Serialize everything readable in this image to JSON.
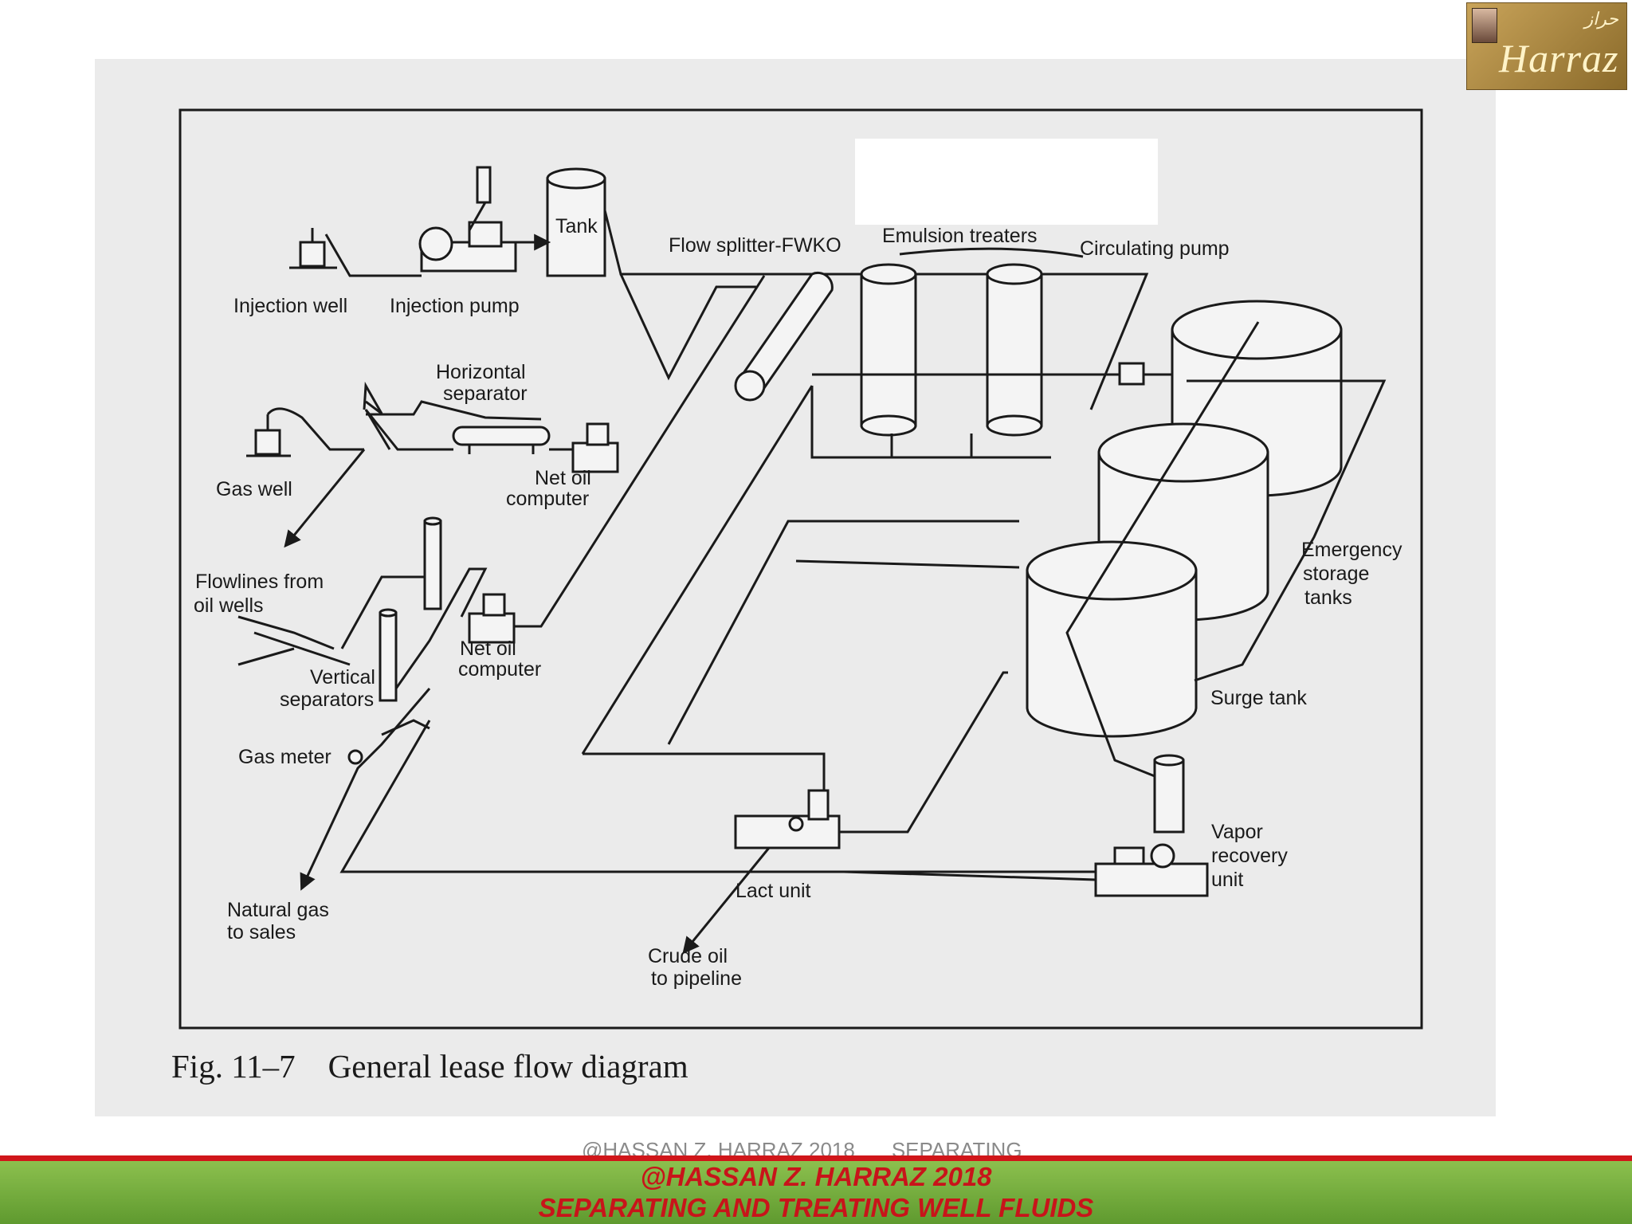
{
  "figure": {
    "caption": "Fig. 11–7    General lease flow diagram",
    "labels": {
      "tank": "Tank",
      "flow_splitter": "Flow splitter-FWKO",
      "emulsion_treaters": "Emulsion treaters",
      "circulating_pump": "Circulating pump",
      "injection_well": "Injection well",
      "injection_pump": "Injection pump",
      "horizontal_separator_1": "Horizontal",
      "horizontal_separator_2": "separator",
      "gas_well": "Gas well",
      "net_oil_computer_a_1": "Net oil",
      "net_oil_computer_a_2": "computer",
      "flowlines_1": "Flowlines from",
      "flowlines_2": "oil wells",
      "vertical_separators_1": "Vertical",
      "vertical_separators_2": "separators",
      "net_oil_computer_b_1": "Net oil",
      "net_oil_computer_b_2": "computer",
      "emergency_1": "Emergency",
      "emergency_2": "storage",
      "emergency_3": "tanks",
      "surge_tank": "Surge tank",
      "gas_meter": "Gas meter",
      "vapor_1": "Vapor",
      "vapor_2": "recovery",
      "vapor_3": "unit",
      "lact_unit": "Lact unit",
      "natural_gas_1": "Natural gas",
      "natural_gas_2": "to sales",
      "crude_oil_1": "Crude oil",
      "crude_oil_2": "to pipeline"
    }
  },
  "logo": {
    "name": "Harraz",
    "arabic": "حراز"
  },
  "footer": {
    "ghost_author": "@HASSAN Z. HARRAZ 2018",
    "ghost_title": "SEPARATING",
    "line1": "@HASSAN Z. HARRAZ 2018",
    "line2": "SEPARATING AND TREATING WELL FLUIDS"
  },
  "colors": {
    "footer_red": "#c8141a",
    "footer_green": "#6fab38",
    "logo_gold": "#b8924a"
  }
}
